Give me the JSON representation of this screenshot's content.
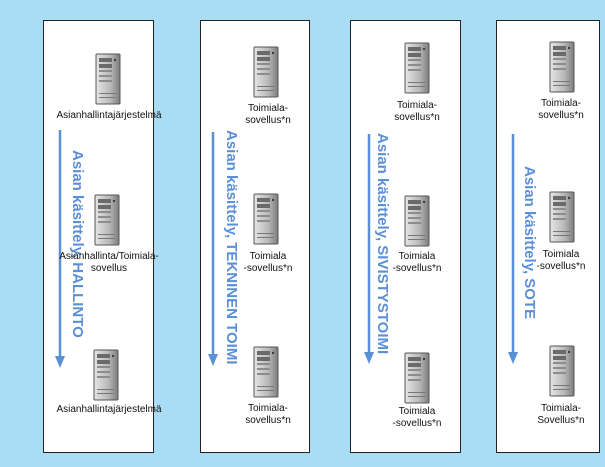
{
  "colors": {
    "background": "#a9dcf5",
    "lane": "#ffffff",
    "accent": "#5b8fd6"
  },
  "lanes": [
    {
      "title": "Asian käsittely, HALLINTO",
      "servers": [
        {
          "icon": "server-icon",
          "label": "Asianhallintajärjestelmä"
        },
        {
          "icon": "server-icon",
          "label": "Asianhallinta/Toimiala-\nsovellus"
        },
        {
          "icon": "server-icon",
          "label": "Asianhallintajärjestelmä"
        }
      ]
    },
    {
      "title": "Asian käsittely, TEKNINEN TOIMI",
      "servers": [
        {
          "icon": "server-icon",
          "label": "Toimiala-\nsovellus*n"
        },
        {
          "icon": "server-icon",
          "label": "Toimiala\n-sovellus*n"
        },
        {
          "icon": "server-icon",
          "label": "Toimiala-\nsovellus*n"
        }
      ]
    },
    {
      "title": "Asian käsittely, SIVISTYSTOIMI",
      "servers": [
        {
          "icon": "server-icon",
          "label": "Toimiala-\nsovellus*n"
        },
        {
          "icon": "server-icon",
          "label": "Toimiala\n-sovellus*n"
        },
        {
          "icon": "server-icon",
          "label": "Toimiala\n-sovellus*n"
        }
      ]
    },
    {
      "title": "Asian käsittely, SOTE",
      "servers": [
        {
          "icon": "server-icon",
          "label": "Toimiala-\nsovellus*n"
        },
        {
          "icon": "server-icon",
          "label": "Toimiala\n-sovellus*n"
        },
        {
          "icon": "server-icon",
          "label": "Toimiala-\nSovellus*n"
        }
      ]
    }
  ]
}
